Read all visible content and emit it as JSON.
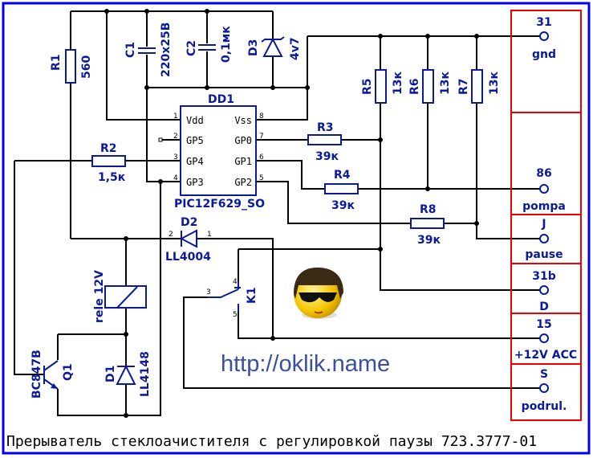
{
  "colors": {
    "border": "#0000ee",
    "component": "#0a1a9a",
    "wire": "#000000",
    "connector_frame": "#ee0000",
    "url": "#3b4fa0"
  },
  "components": {
    "R1": {
      "ref": "R1",
      "value": "560"
    },
    "R2": {
      "ref": "R2",
      "value": "1,5к"
    },
    "R3": {
      "ref": "R3",
      "value": "39к"
    },
    "R4": {
      "ref": "R4",
      "value": "39к"
    },
    "R5": {
      "ref": "R5",
      "value": "13к"
    },
    "R6": {
      "ref": "R6",
      "value": "13к"
    },
    "R7": {
      "ref": "R7",
      "value": "13к"
    },
    "R8": {
      "ref": "R8",
      "value": "39к"
    },
    "C1": {
      "ref": "C1",
      "value": "220x25В"
    },
    "C2": {
      "ref": "C2",
      "value": "0,1мк"
    },
    "D1": {
      "ref": "D1",
      "value": "LL4148"
    },
    "D2": {
      "ref": "D2",
      "value": "LL4004"
    },
    "D3": {
      "ref": "D3",
      "value": "4v7"
    },
    "Q1": {
      "ref": "Q1",
      "value": "BC847B"
    },
    "K1": {
      "ref": "K1",
      "value": "rele 12V"
    },
    "DD1": {
      "ref": "DD1",
      "value": "PIC12F629_SO",
      "left_pins": [
        "Vdd",
        "GP5",
        "GP4",
        "GP3"
      ],
      "right_pins": [
        "Vss",
        "GP0",
        "GP1",
        "GP2"
      ],
      "left_nums": [
        "1",
        "2",
        "3",
        "4"
      ],
      "right_nums": [
        "8",
        "7",
        "6",
        "5"
      ]
    }
  },
  "pins": {
    "one": "1",
    "two": "2",
    "three": "3",
    "four": "4",
    "five": "5"
  },
  "connectors": [
    {
      "number": "31",
      "name": "gnd"
    },
    {
      "number": "86",
      "name": "pompa"
    },
    {
      "number": "J",
      "name": "pause"
    },
    {
      "number": "31b",
      "name": "D"
    },
    {
      "number": "15",
      "name": "+12V  ACC"
    },
    {
      "number": "S",
      "name": "podrul."
    }
  ],
  "icons": {
    "smiley": "smiley-sunglasses-icon"
  },
  "watermark": "http://oklik.name",
  "title": "Прерыватель стеклоачистителя с регулировкой паузы 723.3777-01"
}
